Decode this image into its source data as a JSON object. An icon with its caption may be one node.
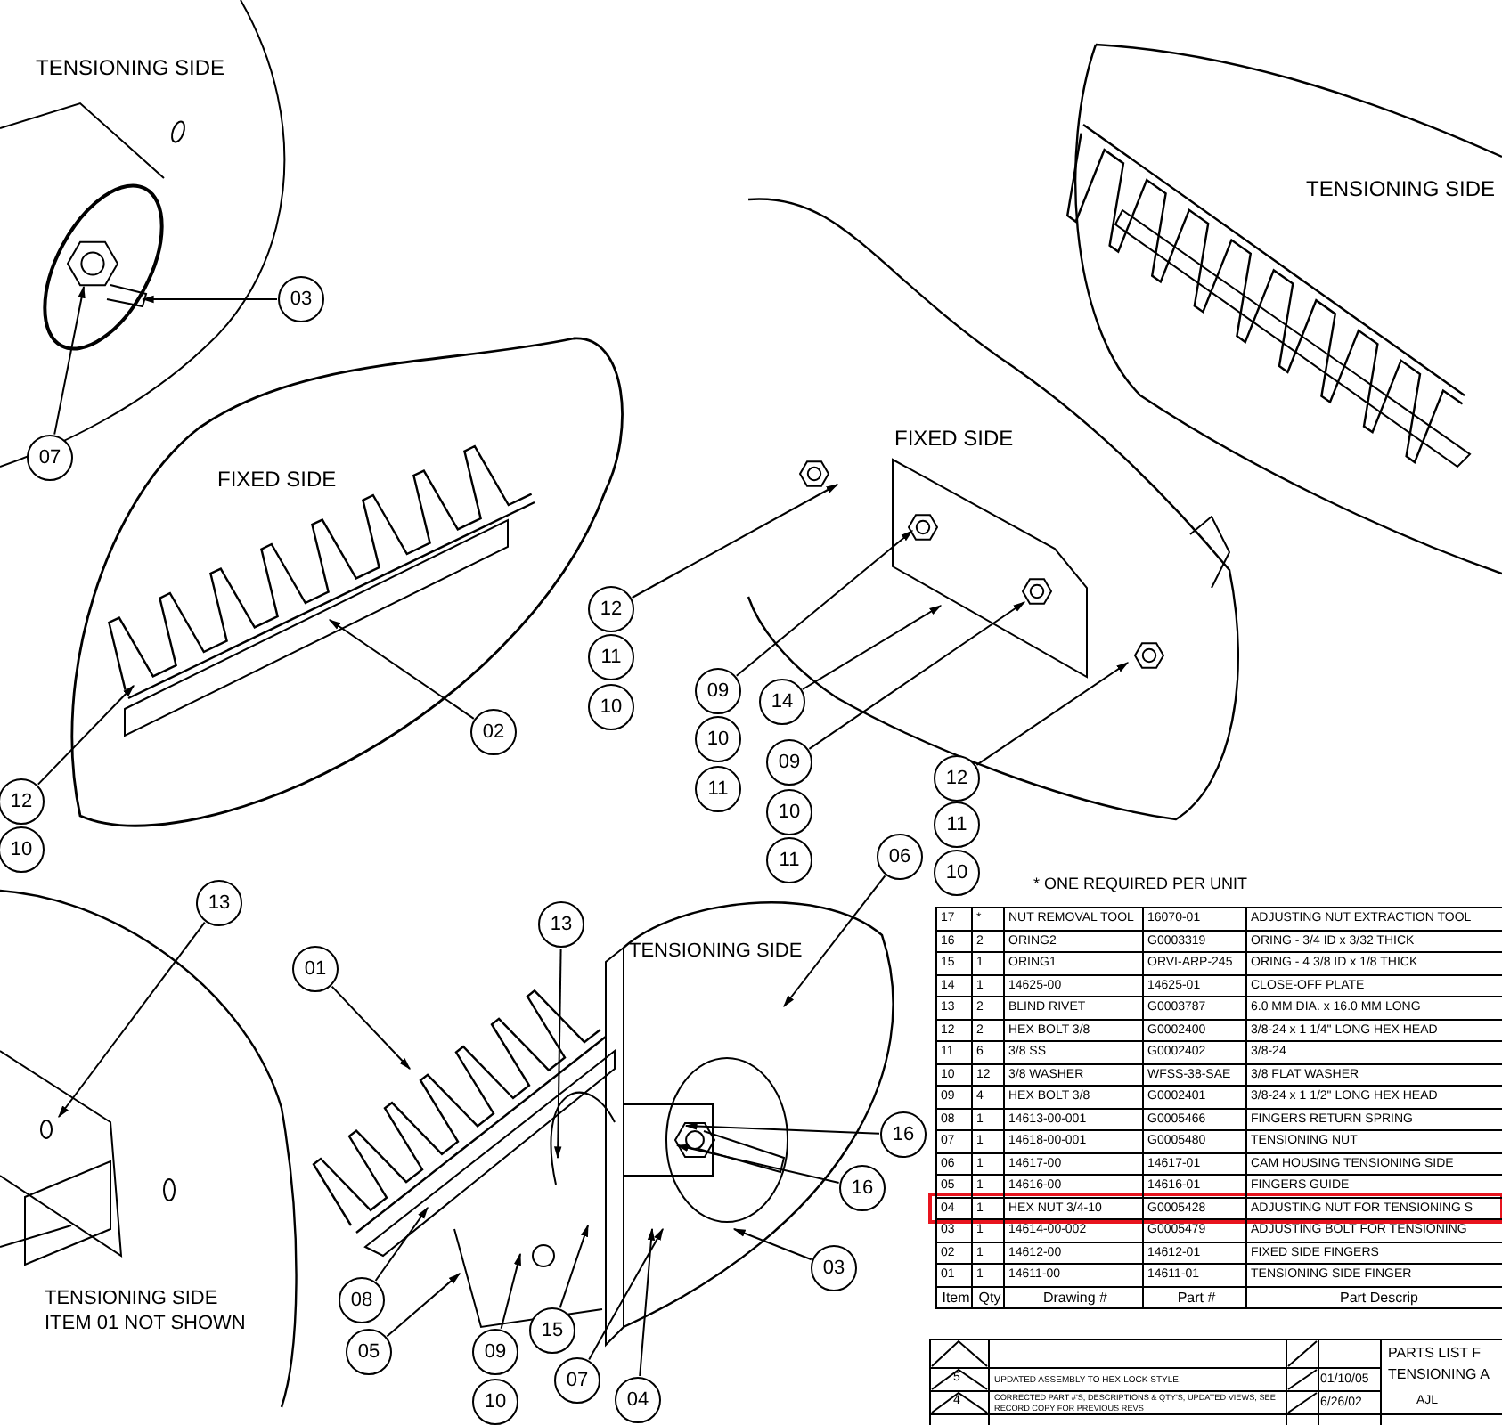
{
  "diagram": {
    "nodes": [
      {
        "text": [
          "03"
        ]
      },
      {
        "text": [
          "07"
        ]
      },
      {
        "text": [
          "12"
        ]
      },
      {
        "text": [
          "11"
        ]
      },
      {
        "text": [
          "10"
        ]
      },
      {
        "text": [
          "09"
        ]
      },
      {
        "text": [
          "14"
        ]
      },
      {
        "text": [
          "10"
        ]
      },
      {
        "text": [
          "09"
        ]
      },
      {
        "text": [
          "02"
        ]
      },
      {
        "text": [
          "11"
        ]
      },
      {
        "text": [
          "12"
        ]
      },
      {
        "text": [
          "12"
        ]
      },
      {
        "text": [
          "10"
        ]
      },
      {
        "text": [
          "11"
        ]
      },
      {
        "text": [
          "10"
        ]
      },
      {
        "text": [
          "11"
        ]
      },
      {
        "text": [
          "06"
        ]
      },
      {
        "text": [
          "10"
        ]
      },
      {
        "text": [
          "13"
        ]
      },
      {
        "text": [
          "13"
        ]
      },
      {
        "text": [
          "01"
        ]
      },
      {
        "text": [
          "16"
        ]
      },
      {
        "text": [
          "16"
        ]
      },
      {
        "text": [
          "03"
        ]
      },
      {
        "text": [
          "08"
        ]
      },
      {
        "text": [
          "15"
        ]
      },
      {
        "text": [
          "05"
        ]
      },
      {
        "text": [
          "09"
        ]
      },
      {
        "text": [
          "07"
        ]
      },
      {
        "text": [
          "04"
        ]
      },
      {
        "text": [
          "10"
        ]
      }
    ],
    "edges": [
      {
        "from": 0,
        "to": null,
        "arrow": "to"
      },
      {
        "from": 1,
        "to": null,
        "arrow": "to"
      },
      {
        "from": 2,
        "to": null,
        "arrow": "to"
      },
      {
        "from": 5,
        "to": null,
        "arrow": "to"
      },
      {
        "from": 6,
        "to": null,
        "arrow": "to"
      },
      {
        "from": 8,
        "to": null,
        "arrow": "to"
      },
      {
        "from": 9,
        "to": null,
        "arrow": "to"
      },
      {
        "from": 11,
        "to": null,
        "arrow": "to"
      },
      {
        "from": 12,
        "to": null,
        "arrow": "to"
      },
      {
        "from": 17,
        "to": null,
        "arrow": "to"
      },
      {
        "from": 19,
        "to": null,
        "arrow": "to"
      },
      {
        "from": 20,
        "to": null,
        "arrow": "to"
      },
      {
        "from": 21,
        "to": null,
        "arrow": "to"
      },
      {
        "from": 22,
        "to": null,
        "arrow": "to"
      },
      {
        "from": 23,
        "to": null,
        "arrow": "to"
      },
      {
        "from": 24,
        "to": null,
        "arrow": "to"
      },
      {
        "from": 25,
        "to": null,
        "arrow": "to"
      },
      {
        "from": 26,
        "to": null,
        "arrow": "to"
      },
      {
        "from": 27,
        "to": null,
        "arrow": "to"
      },
      {
        "from": 28,
        "to": null,
        "arrow": "to"
      },
      {
        "from": 29,
        "to": null,
        "arrow": "to"
      },
      {
        "from": 30,
        "to": null,
        "arrow": "to"
      }
    ],
    "labels": [
      "TENSIONING SIDE",
      "FIXED SIDE",
      "FIXED SIDE",
      "TENSIONING SIDE",
      "* ONE REQUIRED PER UNIT",
      "TENSIONING SIDE",
      "TENSIONING SIDE ITEM 01 NOT SHOWN",
      "17",
      "*",
      "NUT REMOVAL TOOL",
      "16070-01",
      "ADJUSTING NUT EXTRACTION TOOL",
      "16",
      "2",
      "ORING2",
      "G0003319",
      "ORING - 3/4 ID x 3/32 THICK",
      "15",
      "1",
      "ORING1",
      "ORVI-ARP-245",
      "ORING - 4 3/8 ID x 1/8 THICK",
      "14",
      "1",
      "14625-00",
      "14625-01",
      "CLOSE-OFF PLATE",
      "13",
      "2",
      "BLIND RIVET",
      "G0003787",
      "6.0 MM DIA. x 16.0 MM LONG",
      "12",
      "2",
      "HEX BOLT 3/8",
      "G0002400",
      "3/8-24 x 1 1/4\" LONG HEX HEAD",
      "11",
      "6",
      "3/8 SS",
      "G0002402",
      "3/8-24",
      "10",
      "12",
      "3/8 WASHER",
      "WFSS-38-SAE",
      "3/8 FLAT WASHER",
      "09",
      "4",
      "HEX BOLT 3/8",
      "G0002401",
      "3/8-24 x 1 1/2\" LONG HEX HEAD",
      "08",
      "1",
      "14613-00-001",
      "G0005466",
      "FINGERS RETURN SPRING",
      "07",
      "1",
      "14618-00-001",
      "G0005480",
      "TENSIONING NUT",
      "06",
      "1",
      "14617-00",
      "14617-01",
      "CAM HOUSING TENSIONING SIDE",
      "05",
      "1",
      "14616-00",
      "14616-01",
      "FINGERS GUIDE",
      "04",
      "1",
      "HEX NUT 3/4-10",
      "G0005428",
      "ADJUSTING NUT FOR TENSIONING S",
      "03",
      "1",
      "14614-00-002",
      "G0005479",
      "ADJUSTING BOLT FOR TENSIONING",
      "02",
      "1",
      "14612-00",
      "14612-01",
      "FIXED SIDE FINGERS",
      "01",
      "1",
      "14611-00",
      "14611-01",
      "TENSIONING SIDE FINGER",
      "Item",
      "Qty",
      "Drawing #",
      "Part #",
      "Part Descrip",
      "PARTS LIST F",
      "5",
      "UPDATED ASSEMBLY TO HEX-LOCK STYLE.",
      "01/10/05",
      "TENSIONING A",
      "4",
      "CORRECTED PART #'S, DESCRIPTIONS & QTY'S, UPDATED VIEWS, SEE RECORD COPY FOR PREVIOUS REVS",
      "6/26/02",
      "AJL"
    ]
  }
}
